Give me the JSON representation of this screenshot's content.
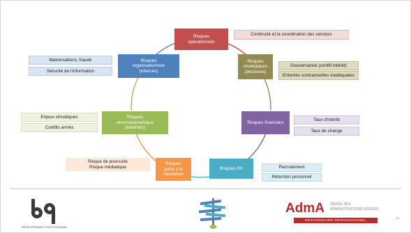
{
  "diagram": {
    "nodes": [
      {
        "id": "operationnels",
        "label": "Risques\nopérationnels",
        "color": "#c0504d"
      },
      {
        "id": "strategiques",
        "label": "Risques\nstratégiques\n(décisions)",
        "color": "#938953"
      },
      {
        "id": "financiers",
        "label": "Risques financiers",
        "color": "#8064a2"
      },
      {
        "id": "rh",
        "label": "Risques RH",
        "color": "#4bacc6"
      },
      {
        "id": "perte",
        "label": "Risques\nperte à la\nréputation",
        "color": "#f79646"
      },
      {
        "id": "environnementaux",
        "label": "Risques\nenvironnementaux\n(externes)",
        "color": "#9bbb59"
      },
      {
        "id": "organisationnels",
        "label": "Risques\norganisationnels\n(internes)",
        "color": "#4f81bd"
      }
    ],
    "cycle_colors": [
      "#c0504d",
      "#938953",
      "#8064a2",
      "#4bacc6",
      "#f79646",
      "#9bbb59",
      "#4f81bd"
    ],
    "tags": [
      {
        "id": "continuite",
        "text": "Continuité et la coordination des services",
        "fill": "#f2dcdb",
        "border": "#e6b9b8"
      },
      {
        "id": "gouvernance",
        "text": "Gouvernance (conflit intérêt)",
        "fill": "#ddd9c3",
        "border": "#c4bd97"
      },
      {
        "id": "ententes",
        "text": "Ententes contractuelles inadéquates",
        "fill": "#ddd9c3",
        "border": "#c4bd97"
      },
      {
        "id": "taux-interet",
        "text": "Taux d'intérêt",
        "fill": "#e5e0ec",
        "border": "#ccc1d9"
      },
      {
        "id": "taux-change",
        "text": "Taux de change",
        "fill": "#e5e0ec",
        "border": "#ccc1d9"
      },
      {
        "id": "recrutement",
        "text": "Recrutement",
        "fill": "#daeef3",
        "border": "#b7dde8"
      },
      {
        "id": "retention",
        "text": "Rétention personnel",
        "fill": "#daeef3",
        "border": "#b7dde8"
      },
      {
        "id": "poursuite",
        "text": "Risque de poursuite\nRisque médiatique",
        "fill": "#fde9d9",
        "border": "#fde9d9"
      },
      {
        "id": "climatiques",
        "text": "Enjeux climatiques",
        "fill": "#ebf1de",
        "border": "#d7e4bd"
      },
      {
        "id": "conflits",
        "text": "Conflits armés",
        "fill": "#ebf1de",
        "border": "#d7e4bd"
      },
      {
        "id": "malversations",
        "text": "Malversations, fraude",
        "fill": "#dbe5f1",
        "border": "#b9cde5"
      },
      {
        "id": "securite",
        "text": "Sécurité de l'information",
        "fill": "#dbe5f1",
        "border": "#b9cde5"
      }
    ]
  },
  "footer": {
    "left_logo_text": "DÉVELOPPEMENT PROFESSIONNEL",
    "right_logo_word": "AdmA",
    "right_logo_line1": "ORDRE DES",
    "right_logo_line2": "ADMINISTRATEURS AGRÉÉS",
    "right_logo_banner": "GESTIONNAIRE PROFESSIONNEL",
    "page_number": "33"
  }
}
